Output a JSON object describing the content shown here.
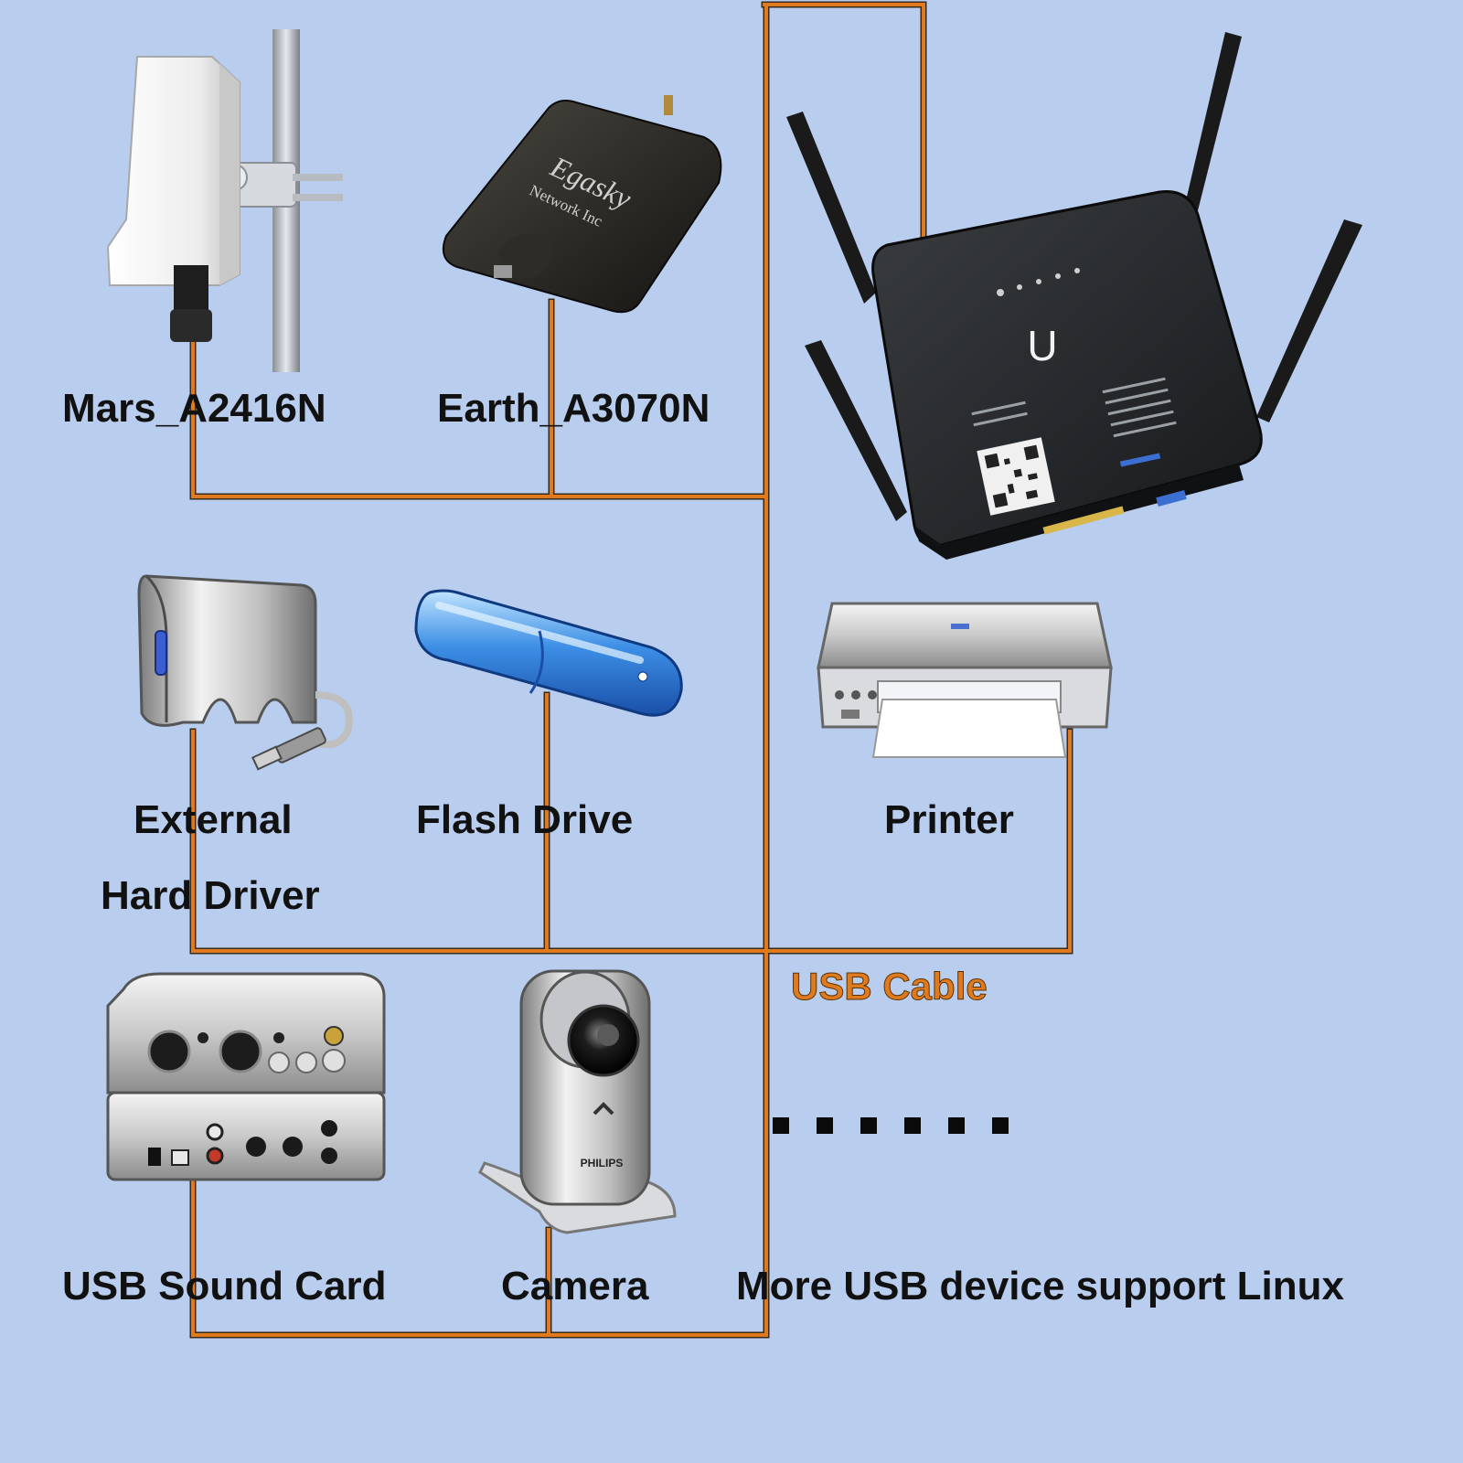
{
  "colors": {
    "background": "#b9cdef",
    "cable": "#e07a1f",
    "cable_outline": "#3a2a1a",
    "text": "#111111"
  },
  "devices": {
    "mars": {
      "label": "Mars_A2416N",
      "icon": "outdoor-wifi-adapter-icon"
    },
    "earth": {
      "label": "Earth_A3070N",
      "icon": "usb-wifi-adapter-icon"
    },
    "router": {
      "icon": "router-icon"
    },
    "hdd": {
      "label_line1": "External",
      "label_line2": "Hard Driver",
      "icon": "external-hard-drive-icon"
    },
    "flash": {
      "label": "Flash Drive",
      "icon": "flash-drive-icon"
    },
    "printer": {
      "label": "Printer",
      "icon": "printer-icon"
    },
    "sound": {
      "label": "USB Sound Card",
      "icon": "usb-sound-card-icon"
    },
    "camera": {
      "label": "Camera",
      "icon": "webcam-icon"
    },
    "more": {
      "label": "More USB device support Linux",
      "ellipsis": "......"
    }
  },
  "cable": {
    "label": "USB Cable"
  },
  "router_logo": "U",
  "earth_brand": {
    "line1": "Egasky",
    "line2": "Network Inc"
  },
  "camera_brand": "PHILIPS"
}
